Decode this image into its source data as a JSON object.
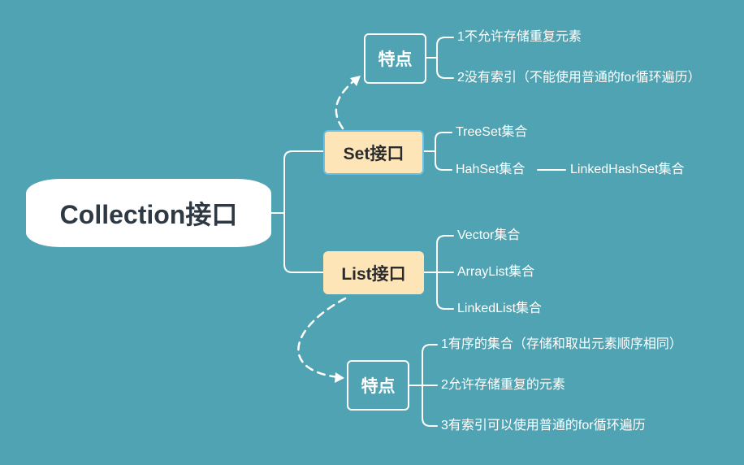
{
  "diagram": {
    "root": "Collection接口",
    "set": {
      "label": "Set接口",
      "feature_label": "特点",
      "features": [
        "1不允许存储重复元素",
        "2没有索引（不能使用普通的for循环遍历）"
      ],
      "impls": [
        "TreeSet集合",
        "HahSet集合"
      ],
      "hashset_child": "LinkedHashSet集合"
    },
    "list": {
      "label": "List接口",
      "feature_label": "特点",
      "impls": [
        "Vector集合",
        "ArrayList集合",
        "LinkedList集合"
      ],
      "features": [
        "1有序的集合（存储和取出元素顺序相同）",
        "2允许存储重复的元素",
        "3有索引可以使用普通的for循环遍历"
      ]
    }
  },
  "colors": {
    "background": "#50a3b2",
    "root_fill": "#ffffff",
    "root_text": "#2f3943",
    "branch_fill": "#fee5b7",
    "branch_border_selected": "#66c2ea",
    "line": "#ffffff"
  }
}
